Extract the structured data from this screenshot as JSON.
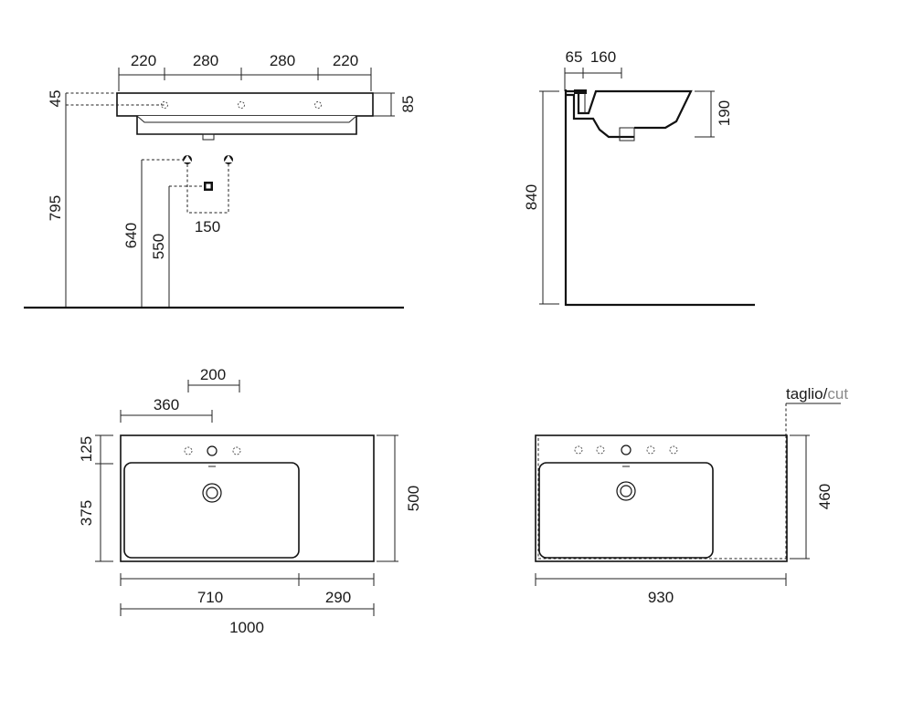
{
  "front_view": {
    "widths": [
      "220",
      "280",
      "280",
      "220"
    ],
    "left_offset": "45",
    "top_height": "85",
    "height_to_rim": "795",
    "supply_height": "640",
    "drain_height": "550",
    "tap_spacing": "150"
  },
  "side_view": {
    "wall_offset": "65",
    "depth_offset": "160",
    "basin_depth": "190",
    "total_height": "840"
  },
  "top_view": {
    "hole_offset": "200",
    "hole_distance": "360",
    "rear_band": "125",
    "basin_depth": "375",
    "total_depth": "500",
    "basin_width": "710",
    "shelf_width": "290",
    "total_width": "1000"
  },
  "cut_view": {
    "label_main": "taglio/",
    "label_alt": "cut",
    "cut_width": "930",
    "cut_depth": "460"
  }
}
